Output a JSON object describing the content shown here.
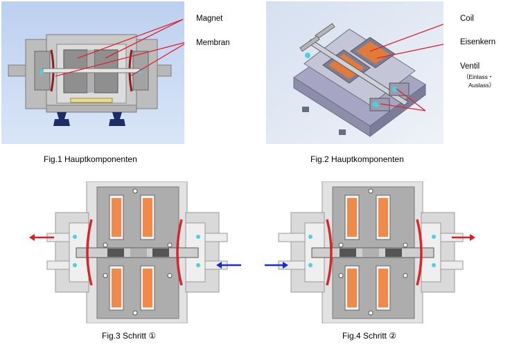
{
  "figures": [
    {
      "id": "fig1",
      "caption": "Fig.1 Hauptkomponenten",
      "callouts": [
        "Magnet",
        "Membran"
      ]
    },
    {
      "id": "fig2",
      "caption": "Fig.2 Hauptkomponenten",
      "callouts": [
        "Coil",
        "Eisenkern",
        "Ventil"
      ],
      "ventil_detail": [
        "（Einlass・",
        "Auslass）"
      ]
    },
    {
      "id": "fig3",
      "caption": "Fig.3 Schritt ①"
    },
    {
      "id": "fig4",
      "caption": "Fig.4 Schritt ②"
    }
  ],
  "colors": {
    "panel_bg": "#c9d9f3",
    "body_gray": "#a9a9a9",
    "light_gray": "#d3d3d3",
    "coil_orange": "#f08a4b",
    "membrane_red": "#d6262c",
    "valve_cyan": "#4fd0e0",
    "callout_line": "#e0202a",
    "inflow_arrow": "#1a2bd6",
    "outflow_arrow": "#d62020",
    "support_navy": "#1f2d66"
  }
}
